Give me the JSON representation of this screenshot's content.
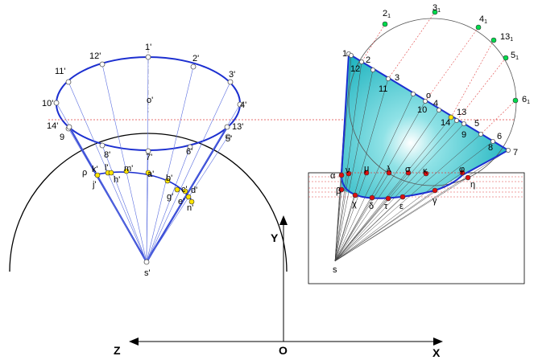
{
  "axes": {
    "x": "X",
    "y": "Y",
    "z": "Z",
    "origin": "O"
  },
  "left_view": {
    "apex": "s'",
    "center": "o'",
    "top_points": [
      "1'",
      "2'",
      "3'",
      "4'",
      "5'",
      "6'",
      "7'",
      "8'",
      "9",
      "10'",
      "11'",
      "12'",
      "13'",
      "14'"
    ],
    "intersection_points": [
      "k'",
      "j'",
      "l'",
      "h'",
      "m'",
      "a'",
      "b'",
      "g'",
      "c'",
      "d'",
      "e'",
      "n'",
      "ρ"
    ]
  },
  "right_view": {
    "apex": "s",
    "center": "o",
    "edge_numbers": [
      "1",
      "2",
      "3",
      "4",
      "5",
      "6",
      "7",
      "8",
      "9",
      "10",
      "11",
      "12",
      "13",
      "14"
    ],
    "circle_points": [
      "2",
      "3",
      "4",
      "13",
      "5",
      "6"
    ],
    "circle_subscript": "1",
    "greek_points": [
      "α",
      "ν",
      "μ",
      "λ",
      "σ",
      "κ",
      "φ",
      "η",
      "β",
      "χ",
      "δ",
      "τ",
      "ε",
      "γ"
    ]
  },
  "colors": {
    "outline_blue": "#1c2fd0",
    "thin_blue": "#5b6ee0",
    "fill_teal": "#18b5c0",
    "red_point": "#dd1010",
    "yellow_point": "#ffe400",
    "green_point": "#00d94c",
    "red_dotted": "#e04040"
  }
}
